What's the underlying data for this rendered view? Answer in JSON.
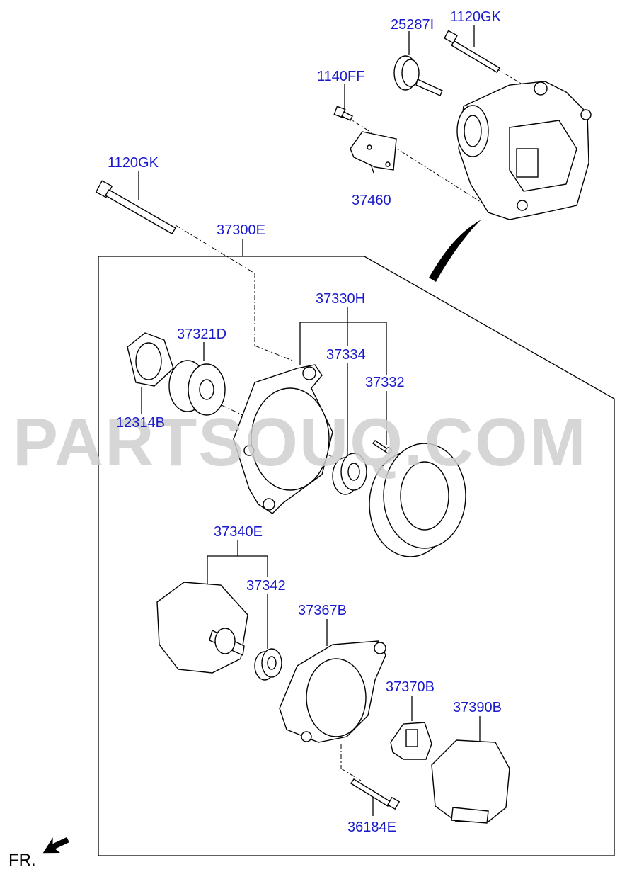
{
  "diagram": {
    "watermark": "PARTSOUQ.COM",
    "orientation_label": "FR.",
    "label_color": "#1a1acc",
    "parts": {
      "p25287I": "25287I",
      "p1120GK_top": "1120GK",
      "p1140FF": "1140FF",
      "p37460": "37460",
      "p1120GK_left": "1120GK",
      "p37300E": "37300E",
      "p37330H": "37330H",
      "p37321D": "37321D",
      "p37334": "37334",
      "p37332": "37332",
      "p12314B": "12314B",
      "p37340E": "37340E",
      "p37342": "37342",
      "p37367B": "37367B",
      "p37370B": "37370B",
      "p37390B": "37390B",
      "p36184E": "36184E"
    }
  }
}
